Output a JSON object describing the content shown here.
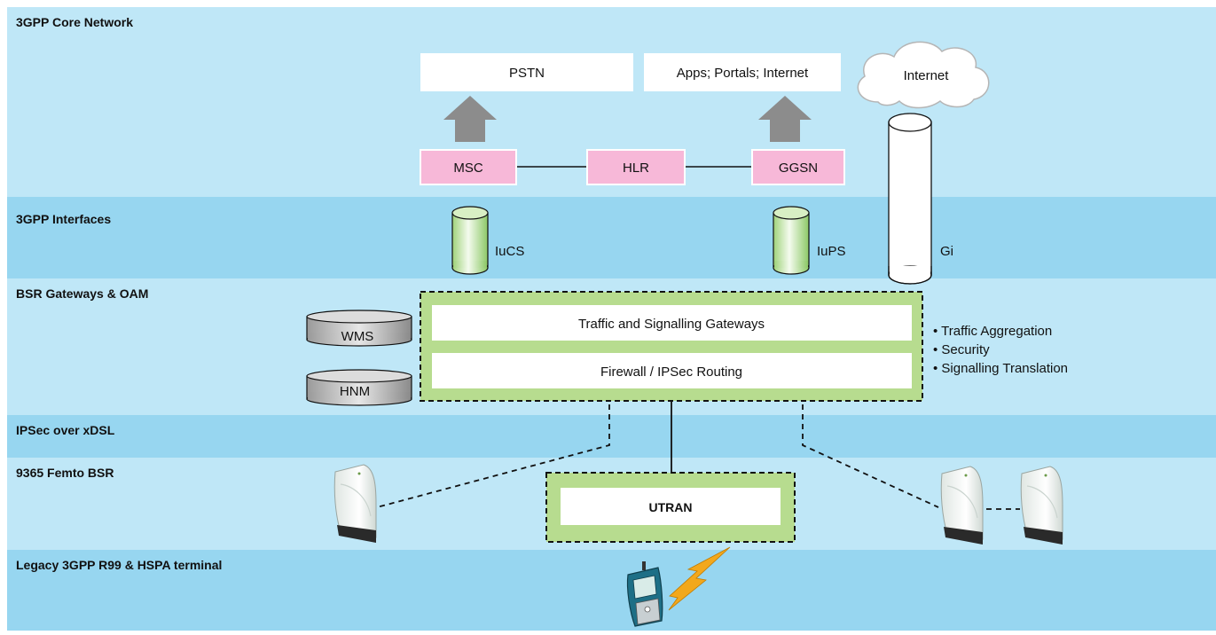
{
  "bands": [
    {
      "id": "core",
      "label": "3GPP Core Network",
      "color": "#bfe7f7"
    },
    {
      "id": "interfaces",
      "label": "3GPP Interfaces",
      "color": "#97d6f0"
    },
    {
      "id": "gateways",
      "label": "BSR Gateways & OAM",
      "color": "#bfe7f7"
    },
    {
      "id": "ipsec",
      "label": "IPSec over xDSL",
      "color": "#97d6f0"
    },
    {
      "id": "femto",
      "label": "9365 Femto BSR",
      "color": "#bfe7f7"
    },
    {
      "id": "legacy",
      "label": "Legacy 3GPP R99 & HSPA terminal",
      "color": "#97d6f0"
    }
  ],
  "core": {
    "pstn": "PSTN",
    "apps": "Apps; Portals; Internet",
    "internet_cloud": "Internet",
    "msc": "MSC",
    "hlr": "HLR",
    "ggsn": "GGSN"
  },
  "interfaces": {
    "iucs": "IuCS",
    "iups": "IuPS",
    "gi": "Gi"
  },
  "gateways": {
    "traffic_gateways": "Traffic and Signalling Gateways",
    "firewall": "Firewall / IPSec Routing",
    "wms": "WMS",
    "hnm": "HNM",
    "bullets": [
      "Traffic Aggregation",
      "Security",
      "Signalling Translation"
    ]
  },
  "femto": {
    "utran": "UTRAN"
  },
  "colors": {
    "node_pink": "#f7b8d8",
    "green_border": "#b7dc8f",
    "arrow_gray": "#8c8c8c",
    "cylinder_green": "#c9e9a8",
    "bolt_orange": "#f2a81c"
  }
}
